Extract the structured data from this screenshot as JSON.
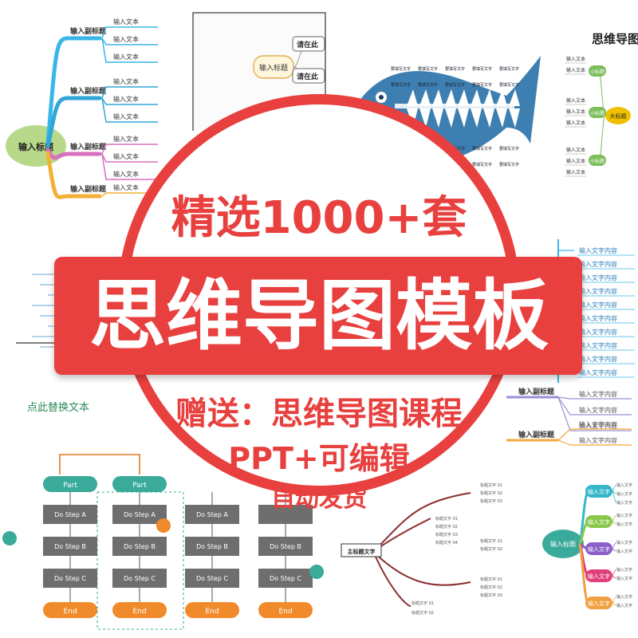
{
  "background_templates": {
    "topleft": {
      "root": "输入标题",
      "branches": [
        {
          "label": "输入副标题",
          "color": "#38b6e8",
          "leaves": [
            "输入文本",
            "输入文本",
            "输入文本"
          ]
        },
        {
          "label": "输入副标题",
          "color": "#2fa7d6",
          "leaves": [
            "输入文本",
            "输入文本",
            "输入文本"
          ]
        },
        {
          "label": "输入副标题",
          "color": "#d86fc0",
          "leaves": [
            "输入文本",
            "输入文本",
            "输入文本"
          ]
        },
        {
          "label": "输入副标题",
          "color": "#f2b134",
          "leaves": [
            "输入文本"
          ]
        }
      ]
    },
    "top_center": {
      "node": "输入标题",
      "items": [
        "请在此",
        "请在此"
      ]
    },
    "fish": {
      "row_text": "要填写文字"
    },
    "topright": {
      "title": "思维导图",
      "center": "大标题",
      "small": [
        "小标题",
        "小标题",
        "小标题"
      ],
      "items": [
        "输入文本",
        "输入文本",
        "输入文本",
        "输入文本",
        "输入文本",
        "输入文本",
        "输入文本",
        "输入文本"
      ]
    },
    "left_middle": {
      "caption": "点此替换文本"
    },
    "right_middle": {
      "items": [
        "输入文字内容",
        "输入文字内容",
        "输入文字内容",
        "输入文字内容",
        "输入文字内容",
        "输入文字内容",
        "输入文字内容",
        "输入文字内容",
        "输入文字内容",
        "输入文字内容"
      ]
    },
    "right_lower": {
      "branches": [
        {
          "label": "输入副标题",
          "color": "#9a8fd8",
          "leaves": [
            "输入文字内容",
            "输入文字内容",
            "输入文字内容"
          ]
        },
        {
          "label": "输入副标题",
          "color": "#f2a93b",
          "leaves": [
            "输入文字内容",
            "输入文字内容"
          ]
        }
      ]
    },
    "flowchart": {
      "columns": [
        {
          "top": "Part",
          "steps": [
            "Do Step A",
            "Do Step B",
            "Do Step C"
          ],
          "end": "End"
        },
        {
          "top": "Part",
          "steps": [
            "Do Step A",
            "Do Step B",
            "Do Step C"
          ],
          "end": "End"
        },
        {
          "top": "",
          "steps": [
            "Do Step A",
            "Do Step B",
            "Do Step C"
          ],
          "end": "End"
        },
        {
          "top": "",
          "steps": [
            "",
            "Do Step B",
            "Do Step C"
          ],
          "end": "End"
        }
      ]
    },
    "bottom_middle": {
      "root": "主标题文字",
      "mid": [
        "标题文字 01",
        "标题文字 02",
        "标题文字 03",
        "标题文字 04"
      ],
      "right_top": [
        "标题文字 01",
        "标题文字 02",
        "标题文字 03"
      ],
      "right_mid": [
        "标题文字 01",
        "标题文字 02"
      ],
      "right_bottom": [
        "标题文字 01",
        "标题文字 02",
        "标题文字 03"
      ],
      "bottom": [
        "标题文字 01",
        "标题文字 02"
      ]
    },
    "bottom_right": {
      "root": "输入标题",
      "branches": [
        {
          "label": "输入文字",
          "color": "#34b7c9",
          "leaves": [
            "输入文字",
            "输入文字",
            "输入文字"
          ]
        },
        {
          "label": "输入文字",
          "color": "#8ac84b",
          "leaves": [
            "输入文字",
            "输入文字"
          ]
        },
        {
          "label": "输入文字",
          "color": "#8a5fc9",
          "leaves": [
            "输入文字",
            "输入文字"
          ]
        },
        {
          "label": "输入文字",
          "color": "#e0407a",
          "leaves": [
            "输入文字",
            "输入文字"
          ]
        },
        {
          "label": "输入文字",
          "color": "#f0a040",
          "leaves": [
            "输入文字",
            "输入文字"
          ]
        }
      ]
    }
  },
  "promo": {
    "line1": "精选1000+套",
    "banner": "思维导图模板",
    "line2": "赠送：思维导图课程",
    "line3": "PPT+可编辑",
    "line4": "自动发货"
  },
  "colors": {
    "brand_red": "#e8403e",
    "banner_text": "#ffffff",
    "flow_green": "#3aaa9a",
    "flow_gray": "#6e6e6e",
    "flow_orange": "#f08a2a",
    "fish_blue": "#3d7fb0"
  }
}
